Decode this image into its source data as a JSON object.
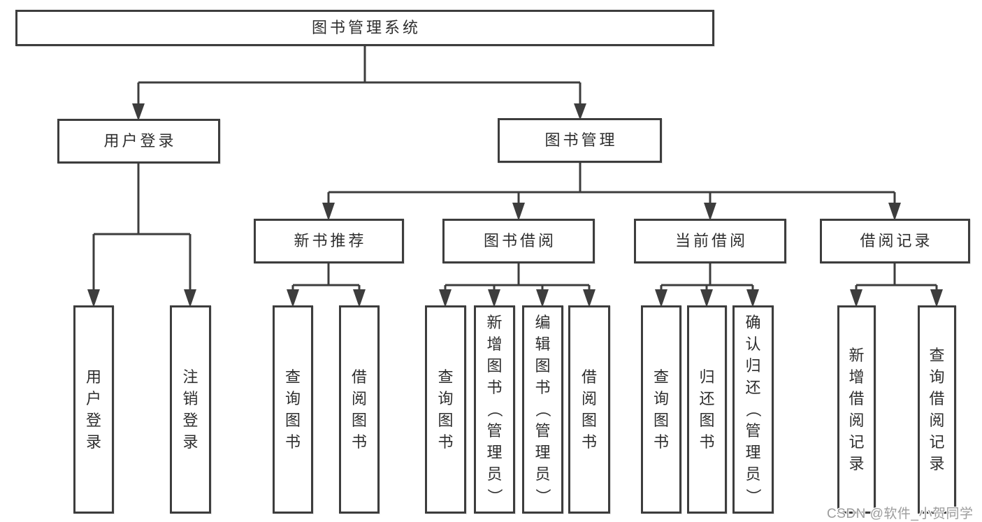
{
  "diagram": {
    "root": {
      "label": "图书管理系统",
      "children": [
        {
          "label": "用户登录",
          "children": [
            {
              "label": "用户登录"
            },
            {
              "label": "注销登录"
            }
          ]
        },
        {
          "label": "图书管理",
          "children": [
            {
              "label": "新书推荐",
              "children": [
                {
                  "label": "查询图书"
                },
                {
                  "label": "借阅图书"
                }
              ]
            },
            {
              "label": "图书借阅",
              "children": [
                {
                  "label": "查询图书"
                },
                {
                  "label": "新增图书（管理员）"
                },
                {
                  "label": "编辑图书（管理员）"
                },
                {
                  "label": "借阅图书"
                }
              ]
            },
            {
              "label": "当前借阅",
              "children": [
                {
                  "label": "查询图书"
                },
                {
                  "label": "归还图书"
                },
                {
                  "label": "确认归还（管理员）"
                }
              ]
            },
            {
              "label": "借阅记录",
              "children": [
                {
                  "label": "新增借阅记录"
                },
                {
                  "label": "查询借阅记录"
                }
              ]
            }
          ]
        }
      ]
    }
  },
  "watermark": {
    "text": "CSDN @软件_小贺同学"
  },
  "colors": {
    "line": "#3d3d3d",
    "text": "#2e2e2e",
    "box_fill": "#ffffff",
    "background": "#ffffff",
    "watermark": "#9c9c9c"
  }
}
